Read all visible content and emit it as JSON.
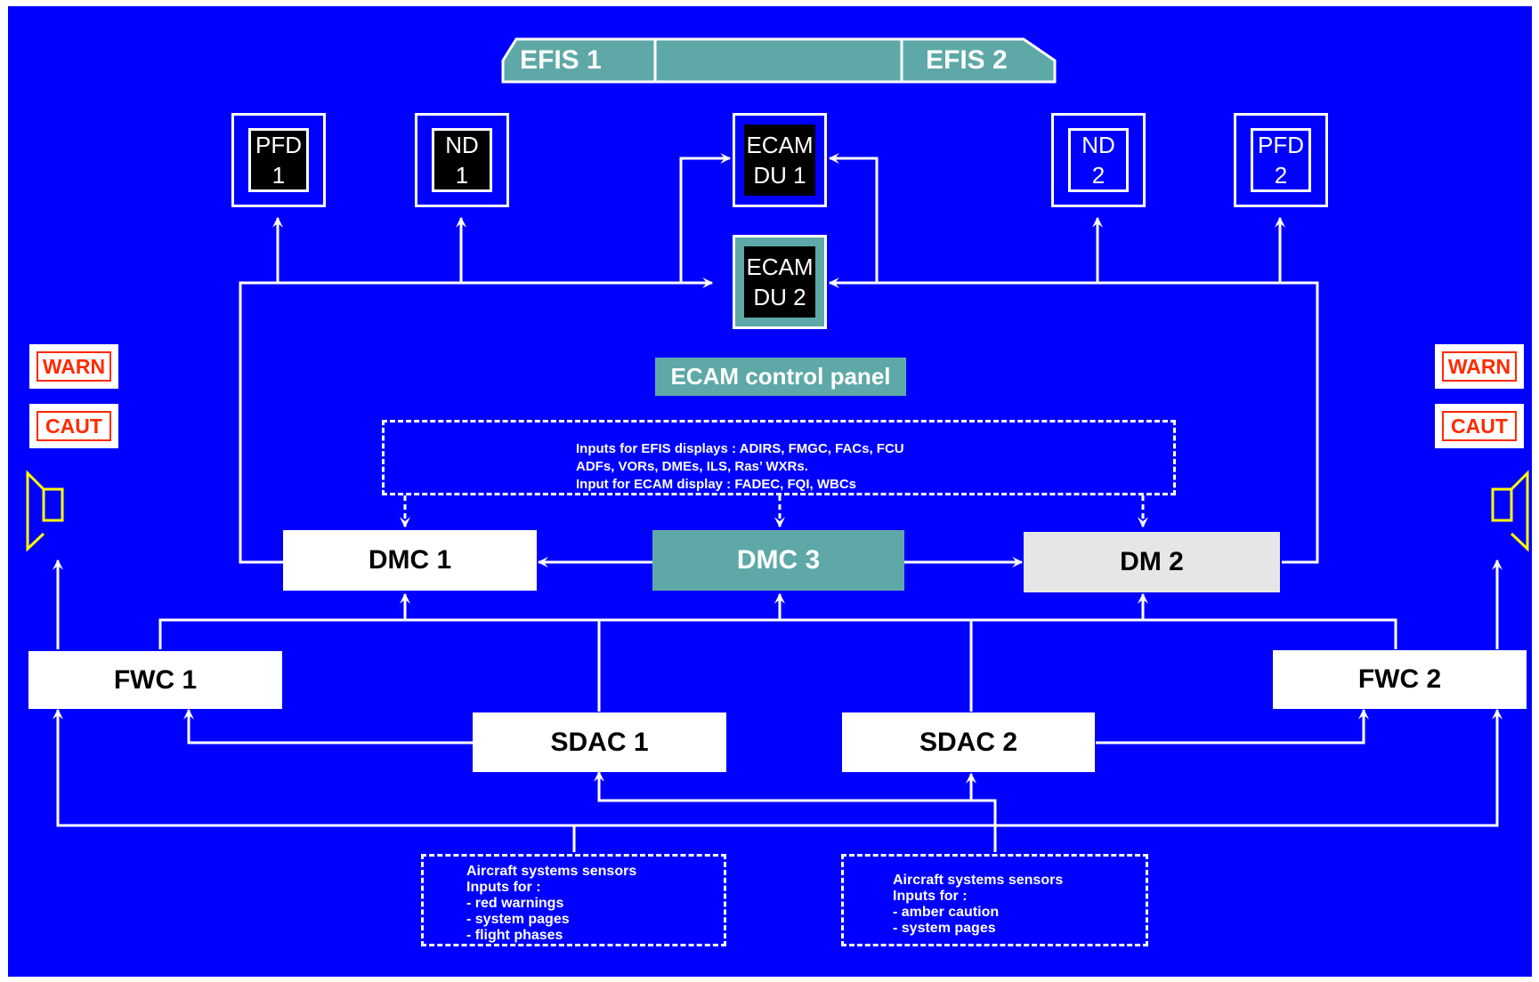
{
  "efis_panel": {
    "left_label": "EFIS 1",
    "right_label": "EFIS 2"
  },
  "displays": {
    "pfd1": [
      "PFD",
      "1"
    ],
    "nd1": [
      "ND",
      "1"
    ],
    "ecam_du1": [
      "ECAM",
      "DU 1"
    ],
    "ecam_du2": [
      "ECAM",
      "DU 2"
    ],
    "nd2": [
      "ND",
      "2"
    ],
    "pfd2": [
      "PFD",
      "2"
    ]
  },
  "ecam_control_panel": "ECAM control panel",
  "inputs_box": {
    "line1": "Inputs for EFIS displays : ADIRS, FMGC, FACs, FCU",
    "line2": "ADFs, VORs, DMEs, ILS, Ras’ WXRs.",
    "line3": "Input for ECAM display : FADEC, FQI, WBCs"
  },
  "computers": {
    "dmc1": "DMC 1",
    "dmc3": "DMC 3",
    "dm2": "DM 2",
    "fwc1": "FWC 1",
    "fwc2": "FWC 2",
    "sdac1": "SDAC 1",
    "sdac2": "SDAC 2"
  },
  "alerts": {
    "warn": "WARN",
    "caut": "CAUT"
  },
  "sensors_left": {
    "l1": "Aircraft systems sensors",
    "l2": "Inputs for :",
    "l3": "- red warnings",
    "l4": "- system pages",
    "l5": "- flight phases"
  },
  "sensors_right": {
    "l1": "Aircraft systems sensors",
    "l2": "Inputs for :",
    "l3": "- amber caution",
    "l4": "- system pages"
  },
  "colors": {
    "background": "#0000ff",
    "teal": "#5ea9a7",
    "alert": "#ff2a00",
    "loudspeaker": "#ffff00"
  }
}
